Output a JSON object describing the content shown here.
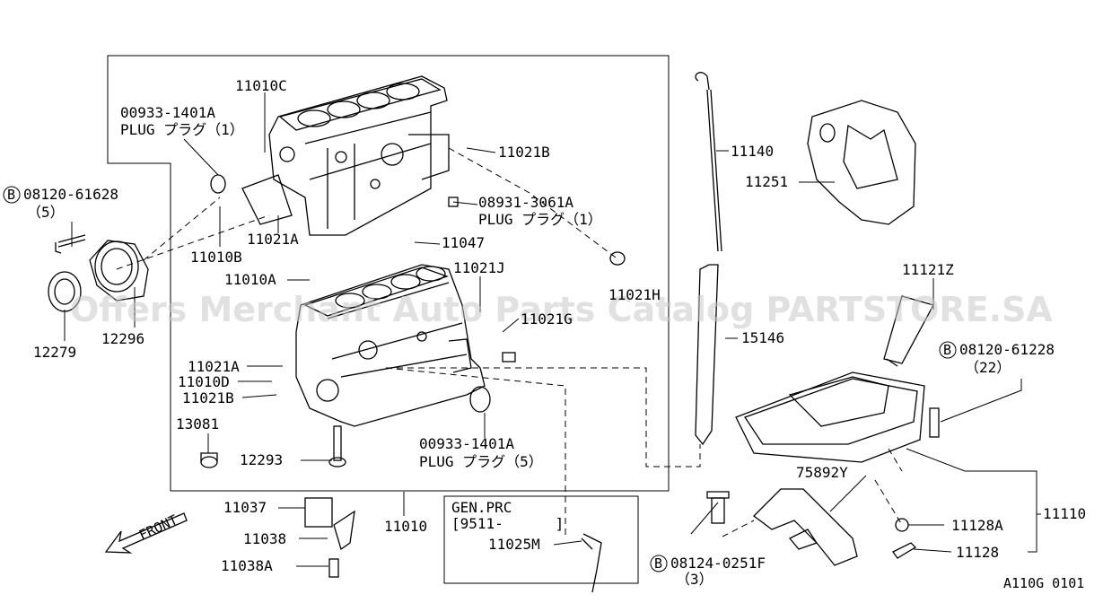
{
  "diagram": {
    "watermark": "Offers Merchant Auto Parts Catalog PARTSTORE.SA",
    "front_label": "FRONT",
    "figure_code": "A110G 0101",
    "box_note": {
      "line1": "GEN.PRC",
      "line2": "[9511-      ]"
    },
    "labels": {
      "p11010C": "11010C",
      "p00933_a": "00933-1401A",
      "plug1_a": "PLUG プラグ（1）",
      "p11021B_top": "11021B",
      "p08120_61628": "08120-61628",
      "qty5": "（5）",
      "p08931": "08931-3061A",
      "plug1_b": "PLUG プラグ（1）",
      "p11021A_top": "11021A",
      "p11010B": "11010B",
      "p11047": "11047",
      "p11010A": "11010A",
      "p11021J": "11021J",
      "p11021H": "11021H",
      "p11021G": "11021G",
      "p12279": "12279",
      "p12296": "12296",
      "p11021A_mid": "11021A",
      "p11010D": "11010D",
      "p11021B_mid": "11021B",
      "p13081": "13081",
      "p12293": "12293",
      "p00933_b": "00933-1401A",
      "plug5": "PLUG プラグ（5）",
      "p11037": "11037",
      "p11038": "11038",
      "p11038A": "11038A",
      "p11010": "11010",
      "p11025M": "11025M",
      "p11140": "11140",
      "p11251": "11251",
      "p15146": "15146",
      "p11121Z": "11121Z",
      "p08120_61228": "08120-61228",
      "qty22": "（22）",
      "p75892Y": "75892Y",
      "p11128A": "11128A",
      "p11110": "11110",
      "p11128": "11128",
      "p08124": "08124-0251F",
      "qty3": "（3）"
    },
    "bolt_symbol": "B"
  }
}
